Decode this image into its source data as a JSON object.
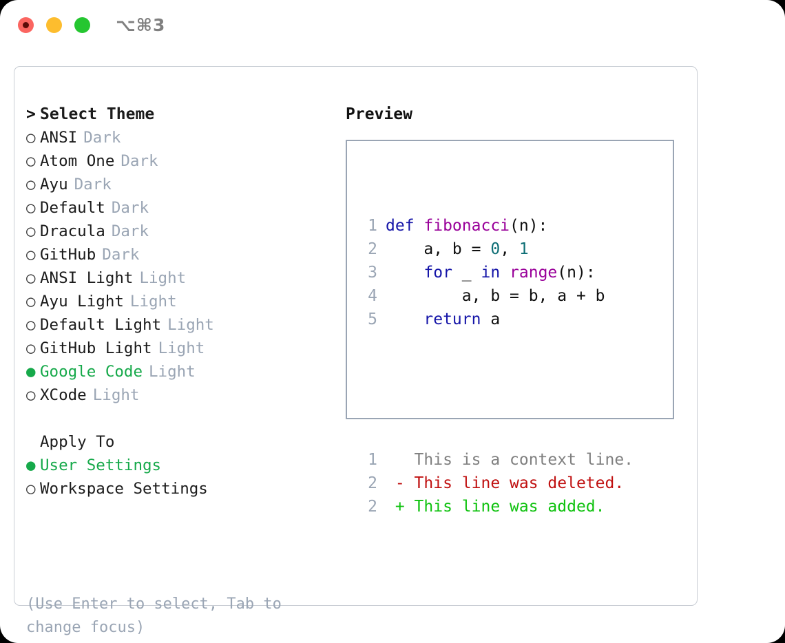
{
  "titlebar": {
    "shortcut": "⌥⌘3",
    "lights": [
      "close-red",
      "minimize-yellow",
      "maximize-green"
    ]
  },
  "theme_picker": {
    "prompt_marker": ">",
    "prompt_label": "Select Theme",
    "marker_unselected": "○",
    "marker_selected": "●",
    "items": [
      {
        "label": "ANSI",
        "variant": "Dark",
        "selected": false
      },
      {
        "label": "Atom One",
        "variant": "Dark",
        "selected": false
      },
      {
        "label": "Ayu",
        "variant": "Dark",
        "selected": false
      },
      {
        "label": "Default",
        "variant": "Dark",
        "selected": false
      },
      {
        "label": "Dracula",
        "variant": "Dark",
        "selected": false
      },
      {
        "label": "GitHub",
        "variant": "Dark",
        "selected": false
      },
      {
        "label": "ANSI Light",
        "variant": "Light",
        "selected": false
      },
      {
        "label": "Ayu Light",
        "variant": "Light",
        "selected": false
      },
      {
        "label": "Default Light",
        "variant": "Light",
        "selected": false
      },
      {
        "label": "GitHub Light",
        "variant": "Light",
        "selected": false
      },
      {
        "label": "Google Code",
        "variant": "Light",
        "selected": true
      },
      {
        "label": "XCode",
        "variant": "Light",
        "selected": false
      }
    ]
  },
  "apply_to": {
    "heading": "Apply To",
    "items": [
      {
        "label": "User Settings",
        "selected": true
      },
      {
        "label": "Workspace Settings",
        "selected": false
      }
    ]
  },
  "hint": "(Use Enter to select, Tab to change focus)",
  "preview": {
    "title": "Preview",
    "code_lines": [
      {
        "num": "1",
        "tokens": [
          {
            "t": "def ",
            "c": "kw"
          },
          {
            "t": "fibonacci",
            "c": "fn"
          },
          {
            "t": "(n):",
            "c": "plain"
          }
        ]
      },
      {
        "num": "2",
        "tokens": [
          {
            "t": "    a, b = ",
            "c": "plain"
          },
          {
            "t": "0",
            "c": "num"
          },
          {
            "t": ", ",
            "c": "plain"
          },
          {
            "t": "1",
            "c": "num"
          }
        ]
      },
      {
        "num": "3",
        "tokens": [
          {
            "t": "    ",
            "c": "plain"
          },
          {
            "t": "for",
            "c": "kw"
          },
          {
            "t": " _ ",
            "c": "plain"
          },
          {
            "t": "in",
            "c": "kw"
          },
          {
            "t": " ",
            "c": "plain"
          },
          {
            "t": "range",
            "c": "fn"
          },
          {
            "t": "(n):",
            "c": "plain"
          }
        ]
      },
      {
        "num": "4",
        "tokens": [
          {
            "t": "        a, b = b, a + b",
            "c": "plain"
          }
        ]
      },
      {
        "num": "5",
        "tokens": [
          {
            "t": "    ",
            "c": "plain"
          },
          {
            "t": "return",
            "c": "kw"
          },
          {
            "t": " a",
            "c": "plain"
          }
        ]
      }
    ],
    "diff_lines": [
      {
        "num": "1",
        "sign": " ",
        "text": "This is a context line.",
        "kind": "ctx"
      },
      {
        "num": "2",
        "sign": "-",
        "text": "This line was deleted.",
        "kind": "del"
      },
      {
        "num": "2",
        "sign": "+",
        "text": "This line was added.",
        "kind": "add"
      }
    ]
  },
  "colors": {
    "accent_green": "#16a94a",
    "muted": "#9aa5b4",
    "keyword": "#1515a8",
    "function": "#990099",
    "number": "#0d6e75",
    "diff_deleted": "#c01010",
    "diff_added": "#0fc20f",
    "border": "#c8cdd4"
  }
}
